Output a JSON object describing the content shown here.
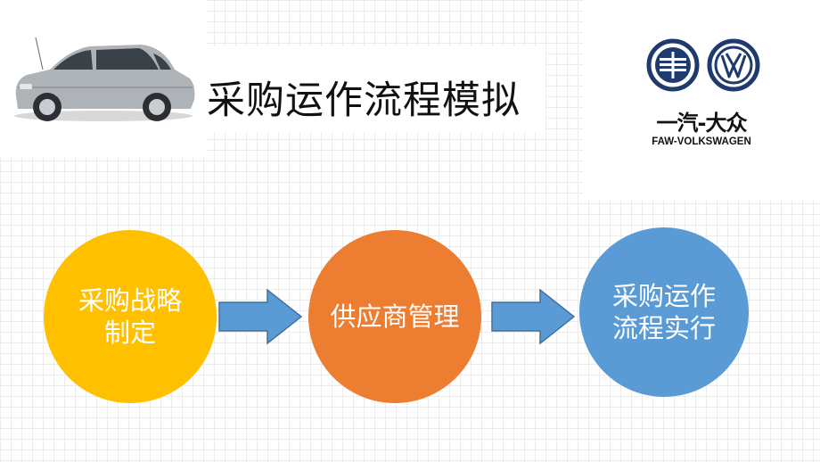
{
  "title": "采购运作流程模拟",
  "logo": {
    "chinese": "一汽-大众",
    "english": "FAW-VOLKSWAGEN",
    "icons": [
      "faw-emblem-icon",
      "volkswagen-emblem-icon"
    ]
  },
  "image": {
    "description_icon": "car-image"
  },
  "steps": [
    {
      "label": "采购战略\n制定",
      "color": "#ffc000"
    },
    {
      "label": "供应商管理",
      "color": "#ed7d31"
    },
    {
      "label": "采购运作\n流程实行",
      "color": "#5b9bd5"
    }
  ],
  "arrow_color": "#5b9bd5"
}
